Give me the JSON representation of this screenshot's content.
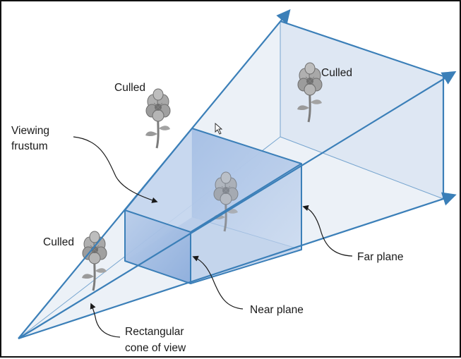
{
  "labels": {
    "culled_top_left": "Culled",
    "culled_top_right": "Culled",
    "culled_left": "Culled",
    "viewing_frustum_line1": "Viewing",
    "viewing_frustum_line2": "frustum",
    "far_plane": "Far plane",
    "near_plane": "Near plane",
    "cone_line1": "Rectangular",
    "cone_line2": "cone of view"
  },
  "colors": {
    "frame": "#111111",
    "edge": "#3b7fb8",
    "cone_fill": "#e9eef6",
    "frustum_fill": "#aec5e6",
    "callout": "#1a1a1a",
    "flower": "#8a8a8a"
  },
  "icons": {
    "flower": "flower-icon",
    "cursor": "mouse-cursor-icon"
  }
}
